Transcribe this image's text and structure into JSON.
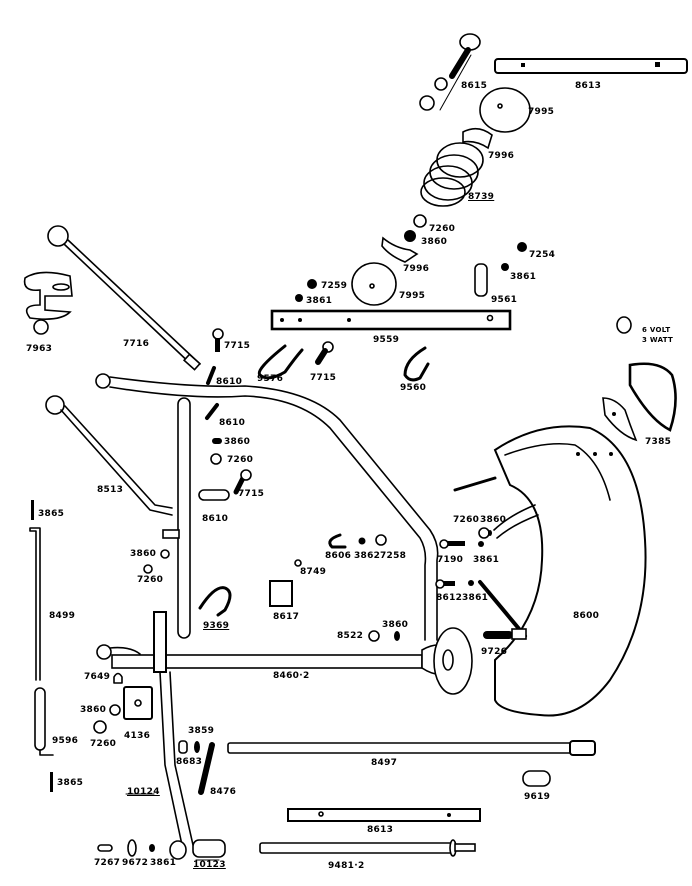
{
  "diagram": {
    "type": "exploded-parts-diagram",
    "subject": "frame, fork, fender and lamp assembly",
    "colors": {
      "ink": "#000000",
      "paper": "#ffffff"
    },
    "labels": {
      "p8615": "8615",
      "p8613_top": "8613",
      "p7995_top": "7995",
      "p7996_top": "7996",
      "p8739": "8739",
      "p7260_a": "7260",
      "p3860_a": "3860",
      "p7254": "7254",
      "p7996_b": "7996",
      "p3861_a": "3861",
      "p7259": "7259",
      "p7995_b": "7995",
      "p9561": "9561",
      "p3861_b": "3861",
      "p9559": "9559",
      "p7963": "7963",
      "p7716": "7716",
      "p7715_a": "7715",
      "p9576": "9576",
      "p7715_b": "7715",
      "p9560": "9560",
      "p8610_a": "8610",
      "bulb_volt": "6 VOLT",
      "bulb_watt": "3 WATT",
      "p7385": "7385",
      "p8610_b": "8610",
      "p3860_b": "3860",
      "p7260_b": "7260",
      "p7715_c": "7715",
      "p8513": "8513",
      "p8610_c": "8610",
      "p3865_top": "3865",
      "p7260_c": "7260",
      "p3860_c": "3860",
      "p7190": "7190",
      "p3861_c": "3861",
      "p3860_d": "3860",
      "p7260_d": "7260",
      "p8606": "8606",
      "p3862": "3862",
      "p7258": "7258",
      "p8749": "8749",
      "p8499": "8499",
      "p8617": "8617",
      "p8612": "8612",
      "p3861_d": "3861",
      "p8600": "8600",
      "p9369": "9369",
      "p8522": "8522",
      "p3860_e": "3860",
      "p9726": "9726",
      "p7649": "7649",
      "p8460": "8460·2",
      "p3860_f": "3860",
      "p4136": "4136",
      "p7260_e": "7260",
      "p9596": "9596",
      "p3859": "3859",
      "p8683": "8683",
      "p8497": "8497",
      "p3865_bottom": "3865",
      "p8476": "8476",
      "p10124": "10124",
      "p9619": "9619",
      "p8613_bottom": "8613",
      "p7267": "7267",
      "p9672": "9672",
      "p3861_e": "3861",
      "p10123": "10123",
      "p9481": "9481·2"
    }
  }
}
